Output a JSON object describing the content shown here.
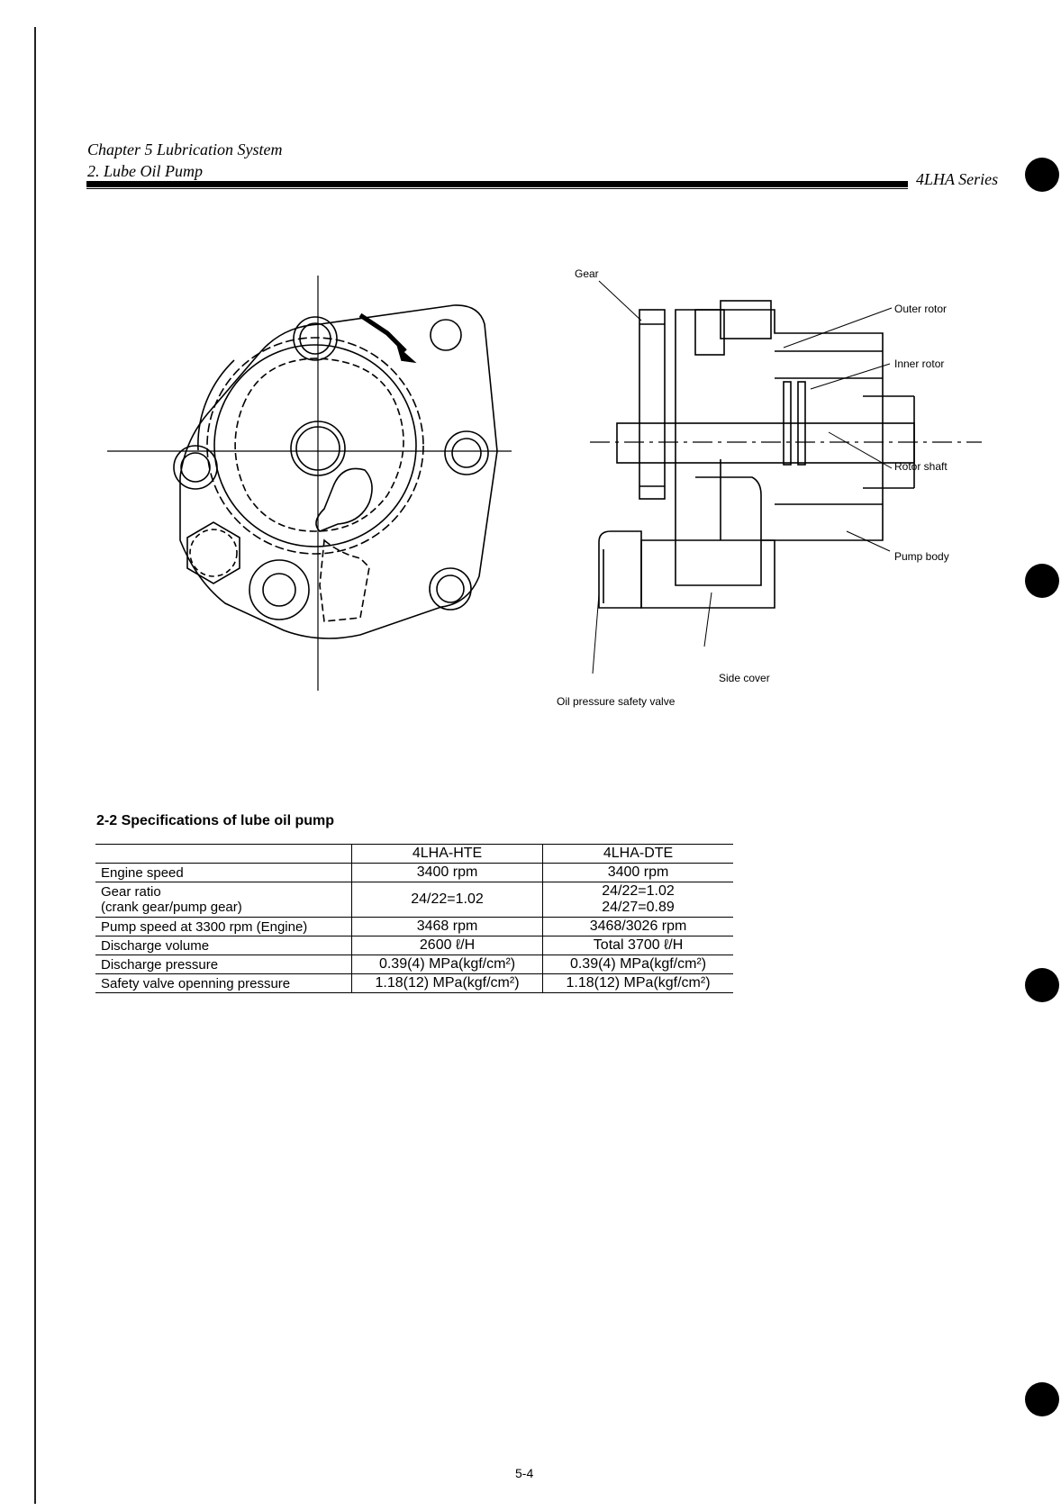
{
  "header": {
    "chapter": "Chapter 5 Lubrication System",
    "section": "2. Lube Oil Pump",
    "series": "4LHA Series"
  },
  "diagram": {
    "labels": {
      "gear": "Gear",
      "outer_rotor": "Outer rotor",
      "inner_rotor": "Inner rotor",
      "rotor_shaft": "Rotor shaft",
      "pump_body": "Pump body",
      "side_cover": "Side cover",
      "safety_valve": "Oil pressure safety valve"
    }
  },
  "spec": {
    "title": "2-2 Specifications of lube oil pump",
    "columns": [
      "",
      "4LHA-HTE",
      "4LHA-DTE"
    ],
    "rows": [
      {
        "label": "Engine speed",
        "hte": "3400 rpm",
        "dte": "3400 rpm"
      },
      {
        "label": "Gear ratio",
        "label_sub": "(crank gear/pump gear)",
        "hte": "24/22=1.02",
        "dte": "24/22=1.02",
        "dte_2": "24/27=0.89"
      },
      {
        "label": "Pump speed at 3300 rpm (Engine)",
        "hte": "3468 rpm",
        "dte": "3468/3026 rpm"
      },
      {
        "label": "Discharge volume",
        "hte": "2600 ℓ/H",
        "dte": "Total 3700 ℓ/H"
      },
      {
        "label": "Discharge pressure",
        "hte": "0.39(4) MPa(kgf/cm²)",
        "dte": "0.39(4) MPa(kgf/cm²)"
      },
      {
        "label": "Safety valve openning pressure",
        "hte": "1.18(12) MPa(kgf/cm²)",
        "dte": "1.18(12) MPa(kgf/cm²)"
      }
    ]
  },
  "page_number": "5-4"
}
